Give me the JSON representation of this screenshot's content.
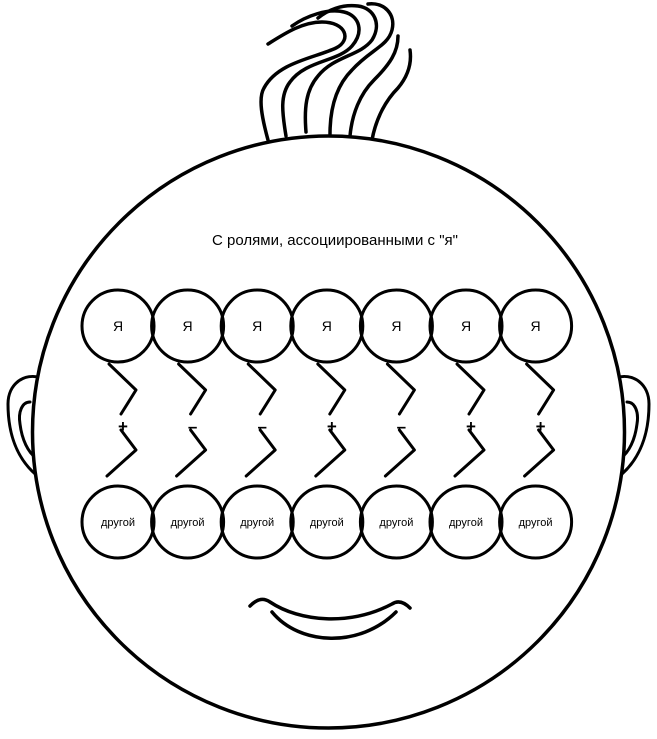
{
  "title": "С ролями, ассоциированными с \"я\"",
  "roles": [
    {
      "self": "Я",
      "sign": "+",
      "other": "другой"
    },
    {
      "self": "Я",
      "sign": "–",
      "other": "другой"
    },
    {
      "self": "Я",
      "sign": "–",
      "other": "другой"
    },
    {
      "self": "Я",
      "sign": "+",
      "other": "другой"
    },
    {
      "self": "Я",
      "sign": "–",
      "other": "другой"
    },
    {
      "self": "Я",
      "sign": "+",
      "other": "другой"
    },
    {
      "self": "Я",
      "sign": "+",
      "other": "другой"
    }
  ]
}
